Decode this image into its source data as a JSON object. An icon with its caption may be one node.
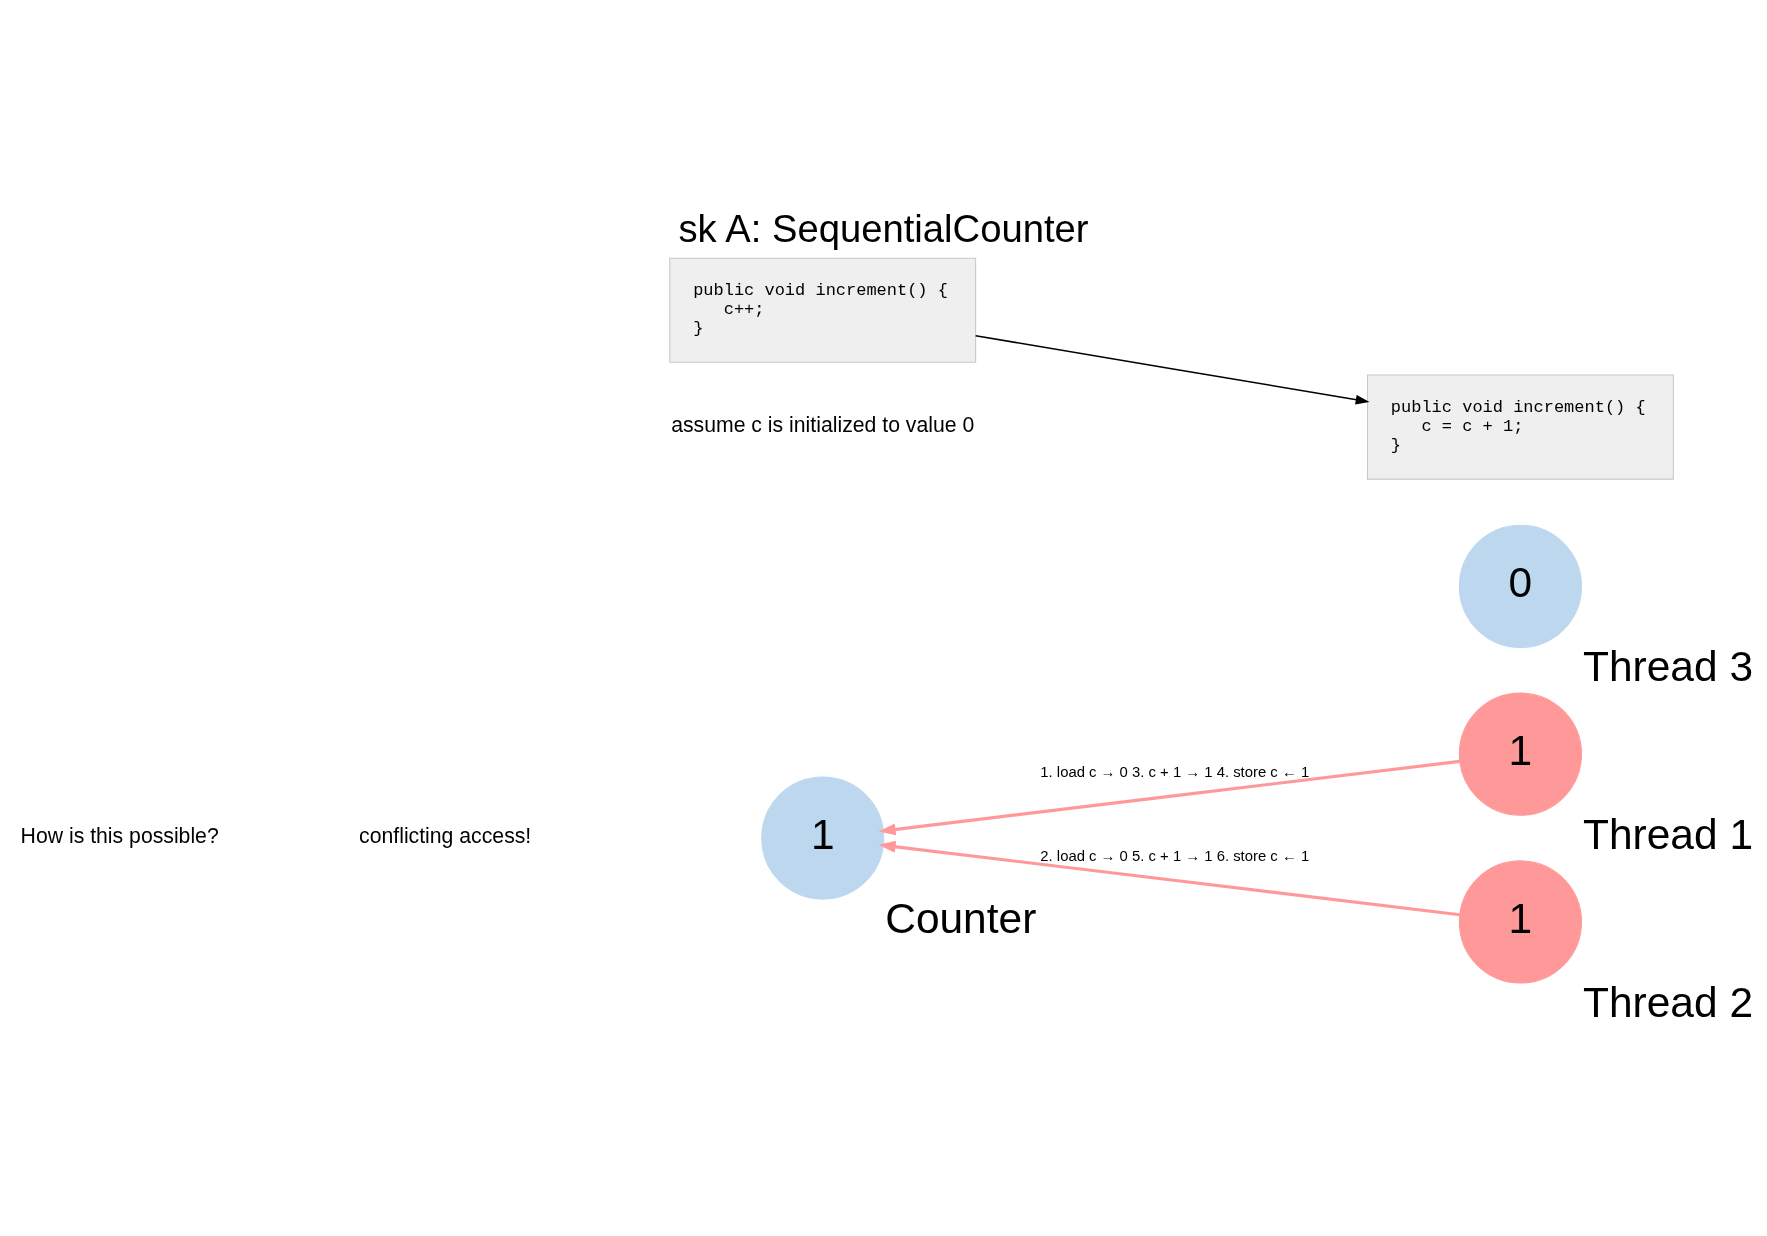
{
  "diagram": {
    "title": "sk A: SequentialCounter",
    "nodes": [
      {
        "text": [
          "Counter",
          "1"
        ]
      },
      {
        "text": [
          "Thread 1",
          "1"
        ]
      },
      {
        "text": [
          "Thread 2",
          "1"
        ]
      },
      {
        "text": [
          "Thread 3",
          "0"
        ]
      },
      {
        "text": [
          "public void increment() {",
          "c++;",
          "}"
        ]
      },
      {
        "text": [
          "public void increment() {",
          "c = c + 1;",
          "}"
        ]
      }
    ],
    "edges": [
      {
        "from": 1,
        "to": 0,
        "arrow": "to",
        "label": "1. load c → 0 3. c + 1 → 1 4. store c ← 1"
      },
      {
        "from": 2,
        "to": 0,
        "arrow": "to",
        "label": "2. load c → 0 5. c + 1 → 1 6. store c ← 1"
      },
      {
        "from": 4,
        "to": 5,
        "arrow": "to",
        "color": "#000000"
      }
    ],
    "labels": [
      "assume c is initialized to value 0",
      "conflicting access!",
      "How is this possible?"
    ]
  }
}
